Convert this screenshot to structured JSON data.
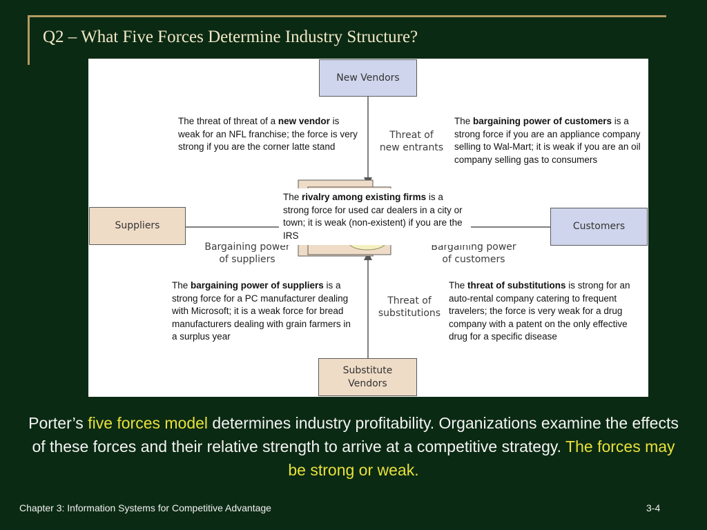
{
  "slide": {
    "title": "Q2 – What Five Forces Determine Industry Structure?",
    "colors": {
      "background": "#0b2a13",
      "title_text": "#f1e8c8",
      "frame": "#b39b62",
      "highlight": "#e8e13b"
    }
  },
  "diagram": {
    "boxes": {
      "new_vendors": "New Vendors",
      "suppliers": "Suppliers",
      "customers": "Customers",
      "substitute_vendors_line1": "Substitute",
      "substitute_vendors_line2": "Vendors"
    },
    "forces": {
      "threat_new_line1": "Threat of",
      "threat_new_line2": "new entrants",
      "bargain_suppliers_line1": "Bargaining power",
      "bargain_suppliers_line2": "of suppliers",
      "bargain_customers_line1": "Bargaining power",
      "bargain_customers_line2": "of customers",
      "threat_subst_line1": "Threat  of",
      "threat_subst_line2": "substitutions"
    },
    "notes": {
      "new_vendor": {
        "pre": "The threat of threat of a ",
        "bold": "new vendor",
        "post": " is weak for an NFL franchise; the force is very strong if you are the corner latte stand"
      },
      "customers": {
        "pre": "The ",
        "bold": "bargaining power of customers",
        "post": " is a strong force if you are an appliance company selling to Wal-Mart; it is weak if you are an oil company selling gas to consumers"
      },
      "rivalry": {
        "pre": "The ",
        "bold": "rivalry among existing firms",
        "post": " is a strong force for used car dealers in a city or town; it is weak (non-existent) if you are the IRS"
      },
      "suppliers": {
        "pre": "The ",
        "bold": "bargaining power of suppliers",
        "post": " is a strong force for a PC manufacturer dealing with Microsoft; it is a weak force for bread manufacturers dealing with grain farmers in a surplus year"
      },
      "substitutions": {
        "pre": "The ",
        "bold": "threat of substitutions",
        "post": " is strong for an auto-rental company catering to frequent travelers; the force is very weak for a drug company with a patent on the only effective drug for a specific disease"
      }
    }
  },
  "summary": {
    "part1": "Porter’s ",
    "highlight1": "five forces model",
    "part2": " determines industry profitability. Organizations examine the effects of these forces and their relative strength to arrive at a competitive strategy. ",
    "highlight2": "The forces may be strong or weak."
  },
  "footer": {
    "chapter": "Chapter 3: Information Systems for Competitive Advantage",
    "page": "3-4"
  }
}
